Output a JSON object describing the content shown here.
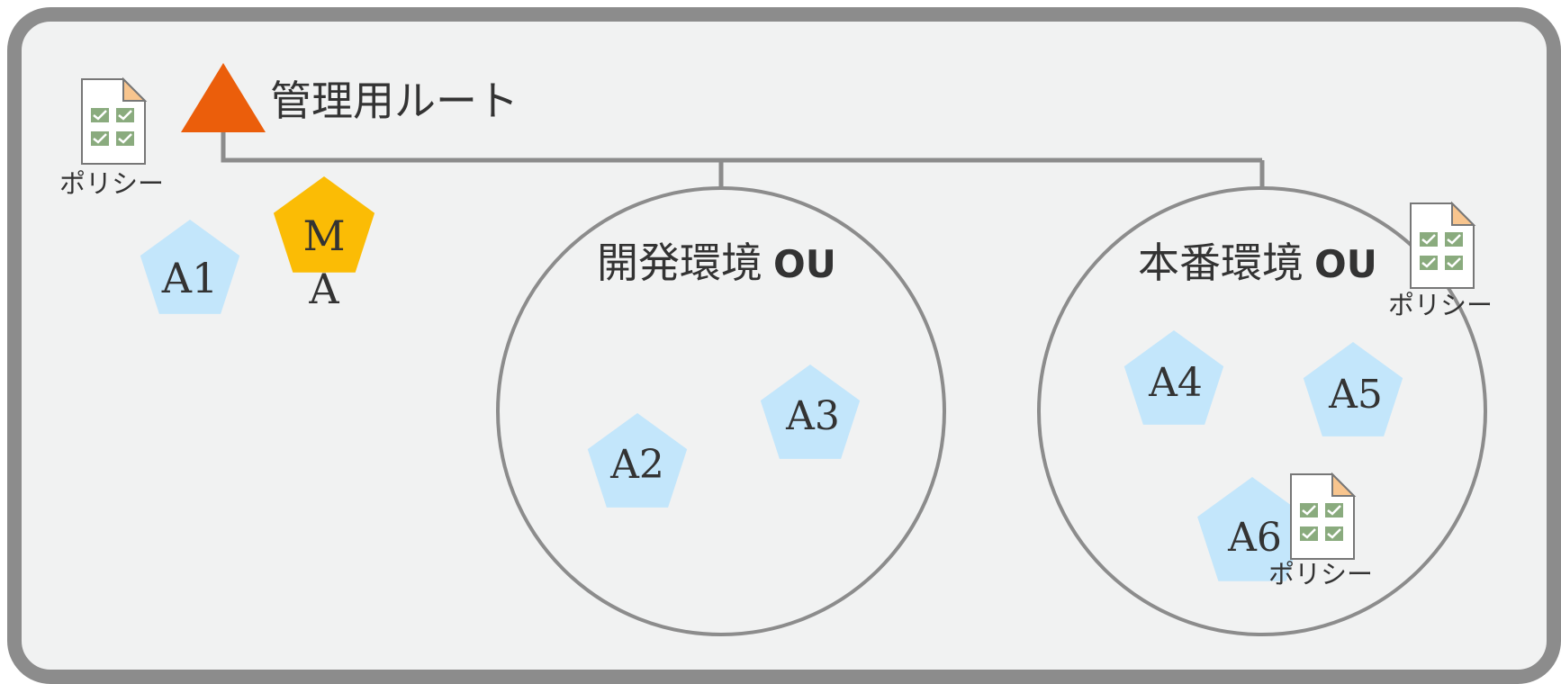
{
  "colors": {
    "frame": "#8c8c8c",
    "background": "#f1f2f2",
    "root_triangle": "#eb5e0b",
    "management_account": "#fbbc05",
    "member_account": "#c3e6fb",
    "text": "#333333",
    "policy_check": "#8aab7e",
    "policy_corner": "#f8c58e"
  },
  "root": {
    "label": "管理用ルート"
  },
  "policy_label": "ポリシー",
  "management_account": {
    "label_line1": "M",
    "label_line2": "A"
  },
  "accounts": {
    "a1": "A1",
    "a2": "A2",
    "a3": "A3",
    "a4": "A4",
    "a5": "A5",
    "a6": "A6"
  },
  "ous": {
    "dev": {
      "name": "開発環境",
      "suffix": "OU"
    },
    "prod": {
      "name": "本番環境",
      "suffix": "OU"
    }
  }
}
